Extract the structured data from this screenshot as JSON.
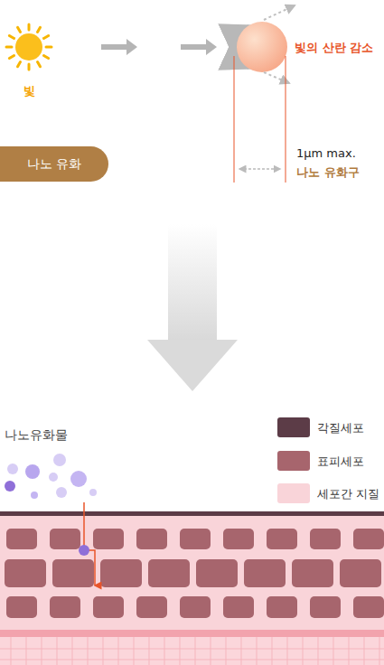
{
  "diagram": {
    "nodes": [
      {
        "text": [
          "나노 유화"
        ]
      }
    ],
    "labels": [
      "빛",
      "빛의 산란 감소",
      "1μm max.",
      "나노 유화구",
      "나노유화물"
    ],
    "legend": [
      {
        "text": "각질세포",
        "color": "#5c3c47"
      },
      {
        "text": "표피세포",
        "color": "#a7656d"
      },
      {
        "text": "세포간 지질",
        "color": "#f9d4d9"
      }
    ]
  }
}
